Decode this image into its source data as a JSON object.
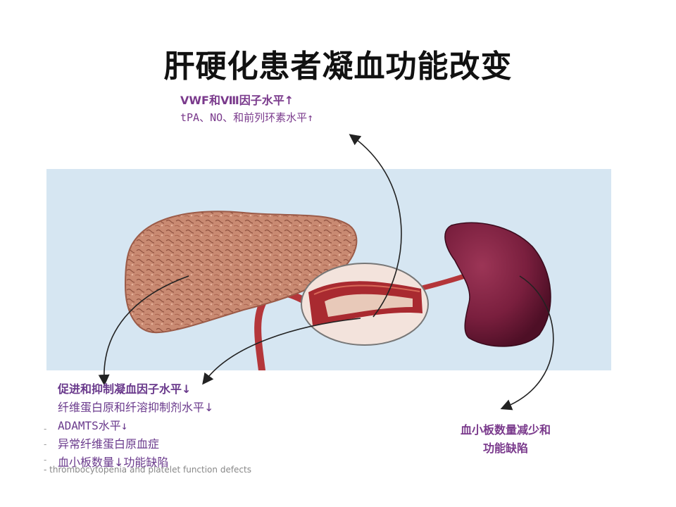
{
  "title": "肝硬化患者凝血功能改变",
  "top_labels": {
    "line1": "VWF和Ⅷ因子水平↑",
    "line2": "tPA、NO、和前列环素水平↑"
  },
  "bottom_left": {
    "line1": "促进和抑制凝血因子水平↓",
    "line2": "纤维蛋白原和纤溶抑制剂水平↓",
    "line3": "ADAMTS水平↓",
    "line4": "异常纤维蛋白原血症",
    "line5": "血小板数量↓功能缺陷"
  },
  "bottom_right": {
    "line1": "血小板数量减少和",
    "line2": "功能缺陷"
  },
  "ghost_text": {
    "bottom": "- thrombocytopenia and platelet function defects"
  },
  "colors": {
    "label_purple": "#7a3a8c",
    "panel_bg": "#d6e6f2",
    "liver": "#c98a72",
    "spleen": "#7a1f3e",
    "vessel": "#b4363a"
  }
}
